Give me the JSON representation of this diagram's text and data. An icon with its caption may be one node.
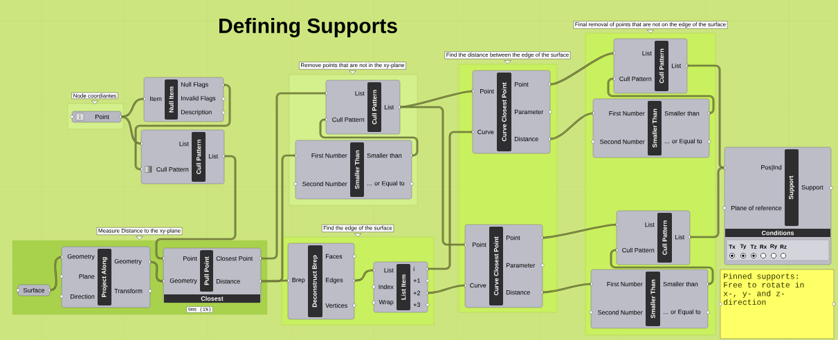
{
  "diagram": {
    "title": "Defining Supports",
    "nodes": [
      {
        "text": [
          "Node coordiantes"
        ]
      },
      {
        "text": [
          "Point"
        ],
        "in": 0
      },
      {
        "text": [
          "Null Item",
          "Item",
          "Null Flags",
          "Invalid Flags",
          "Description"
        ]
      },
      {
        "text": [
          "Cull Pattern",
          "List",
          "Cull Pattern",
          "List"
        ]
      },
      {
        "text": [
          "Measure Distance to the xy-plane"
        ]
      },
      {
        "text": [
          "Surface"
        ],
        "in": 4
      },
      {
        "text": [
          "Project Along",
          "Geometry",
          "Plane",
          "Direction",
          "Geometry",
          "Transform"
        ],
        "in": 4
      },
      {
        "text": [
          "Pull Point",
          "Point",
          "Geometry",
          "Closest Point",
          "Distance",
          "Closest"
        ],
        "in": 4,
        "beside": [
          "9ms (1%)"
        ]
      },
      {
        "text": [
          "Remove points that are not in the xy-plane"
        ]
      },
      {
        "text": [
          "Cull Pattern",
          "List",
          "Cull Pattern",
          "List"
        ],
        "in": 8
      },
      {
        "text": [
          "Smaller Than",
          "First Number",
          "Second Number",
          "Smaller than",
          "... or Equal to"
        ],
        "in": 8
      },
      {
        "text": [
          "Find the edge of the surface"
        ]
      },
      {
        "text": [
          "Deconstruct Brep",
          "Brep",
          "Faces",
          "Edges",
          "Vertices"
        ],
        "in": 11
      },
      {
        "text": [
          "List Item",
          "List",
          "Index",
          "Wrap",
          "i",
          "+1",
          "+2",
          "+3"
        ],
        "in": 11
      },
      {
        "text": [
          "Find the distance between the edge of the surface"
        ]
      },
      {
        "text": [
          "Curve Closest Point",
          "Point",
          "Curve",
          "Point",
          "Parameter",
          "Distance"
        ],
        "in": 14
      },
      {
        "text": [
          "Curve Closest Point",
          "Point",
          "Curve",
          "Point",
          "Parameter",
          "Distance"
        ],
        "in": 14
      },
      {
        "text": [
          "Final removal of points that are not on the edge of the surface"
        ]
      },
      {
        "text": [
          "Cull Pattern",
          "List",
          "Cull Pattern",
          "List"
        ],
        "in": 17
      },
      {
        "text": [
          "Smaller Than",
          "First Number",
          "Second Number",
          "Smaller than",
          "... or Equal to"
        ],
        "in": 17
      },
      {
        "text": [
          "Cull Pattern",
          "List",
          "Cull Pattern",
          "List"
        ],
        "in": 17
      },
      {
        "text": [
          "Smaller Than",
          "First Number",
          "Second Number",
          "Smaller than",
          "... or Equal to"
        ],
        "in": 17
      },
      {
        "text": [
          "Support",
          "Pos|Ind",
          "Plane of reference",
          "Support",
          "Conditions",
          "Tx",
          "Ty",
          "Tz",
          "Rx",
          "Ry",
          "Rz"
        ]
      },
      {
        "text": [
          "Pinned supports: Free to rotate in x-, y- and z- direction"
        ]
      }
    ],
    "edges": [
      {
        "from": 1,
        "to": 2,
        "arrow": "none"
      },
      {
        "from": 1,
        "to": 3,
        "arrow": "none"
      },
      {
        "from": 2,
        "to": 3,
        "arrow": "none"
      },
      {
        "from": 3,
        "to": 7,
        "arrow": "none"
      },
      {
        "from": 5,
        "to": 6,
        "arrow": "none"
      },
      {
        "from": 6,
        "to": 7,
        "arrow": "none"
      },
      {
        "from": 7,
        "to": 9,
        "arrow": "none"
      },
      {
        "from": 7,
        "to": 10,
        "arrow": "none"
      },
      {
        "from": 10,
        "to": 9,
        "arrow": "none"
      },
      {
        "from": 7,
        "to": 12,
        "arrow": "none"
      },
      {
        "from": 9,
        "to": 15,
        "arrow": "none"
      },
      {
        "from": 9,
        "to": 16,
        "arrow": "none"
      },
      {
        "from": 12,
        "to": 13,
        "arrow": "none"
      },
      {
        "from": 13,
        "to": 15,
        "arrow": "none"
      },
      {
        "from": 13,
        "to": 16,
        "arrow": "none"
      },
      {
        "from": 15,
        "to": 18,
        "arrow": "none"
      },
      {
        "from": 15,
        "to": 19,
        "arrow": "none"
      },
      {
        "from": 19,
        "to": 18,
        "arrow": "none"
      },
      {
        "from": 18,
        "to": 22,
        "arrow": "none"
      },
      {
        "from": 16,
        "to": 20,
        "arrow": "none"
      },
      {
        "from": 16,
        "to": 21,
        "arrow": "none"
      },
      {
        "from": 21,
        "to": 20,
        "arrow": "none"
      },
      {
        "from": 20,
        "to": 22,
        "arrow": "none"
      }
    ]
  }
}
